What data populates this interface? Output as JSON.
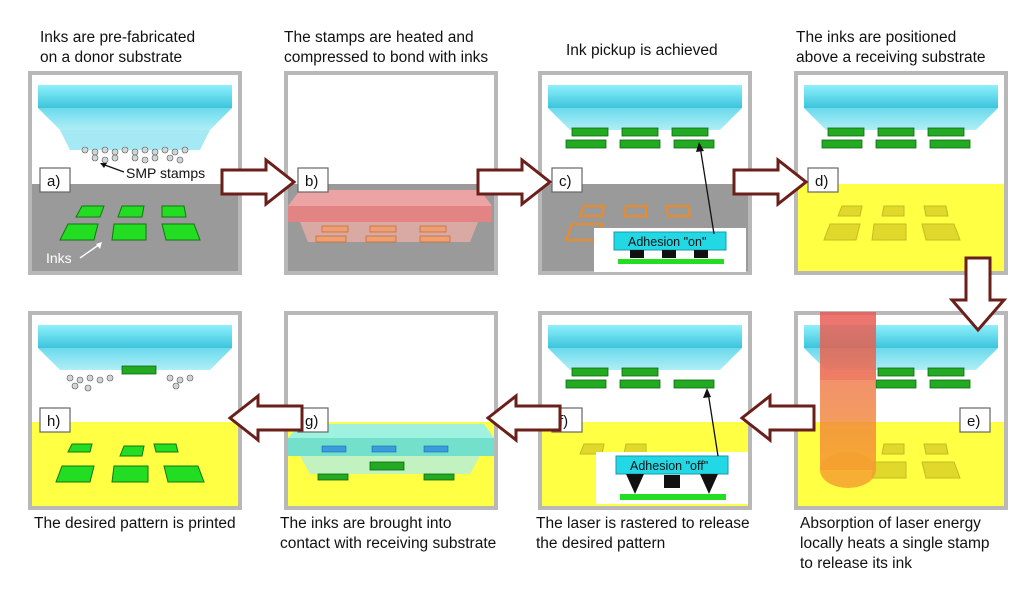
{
  "captions": {
    "a": [
      "Inks are pre-fabricated",
      "on a donor substrate"
    ],
    "b": [
      "The stamps are heated and",
      "compressed to bond with inks"
    ],
    "c": [
      "Ink pickup is achieved"
    ],
    "d": [
      "The inks are positioned",
      "above a receiving substrate"
    ],
    "e": [
      "Absorption of laser energy",
      "locally heats a single stamp",
      "to release its ink"
    ],
    "f": [
      "The laser is rastered to release",
      "the desired pattern"
    ],
    "g": [
      "The inks are brought into",
      "contact with receiving substrate"
    ],
    "h": [
      "The desired pattern is printed"
    ]
  },
  "panel_labels": {
    "a": "a)",
    "b": "b)",
    "c": "c)",
    "d": "d)",
    "e": "e)",
    "f": "f)",
    "g": "g)",
    "h": "h)"
  },
  "annotations": {
    "smp_stamps": "SMP stamps",
    "inks": "Inks",
    "adhesion_on": "Adhesion \"on\"",
    "adhesion_off": "Adhesion \"off\""
  },
  "colors": {
    "stamp_cyan": "#4fd8ec",
    "heated_red": "#f08080",
    "ink_green": "#22cc22",
    "substrate_gray": "#9a9a9a",
    "substrate_yellow": "#ffff44",
    "arrow_brown": "#6b1f1a",
    "panel_border": "#b8b8b8",
    "laser_red": "#e8534a",
    "laser_orange": "#f5a030"
  }
}
